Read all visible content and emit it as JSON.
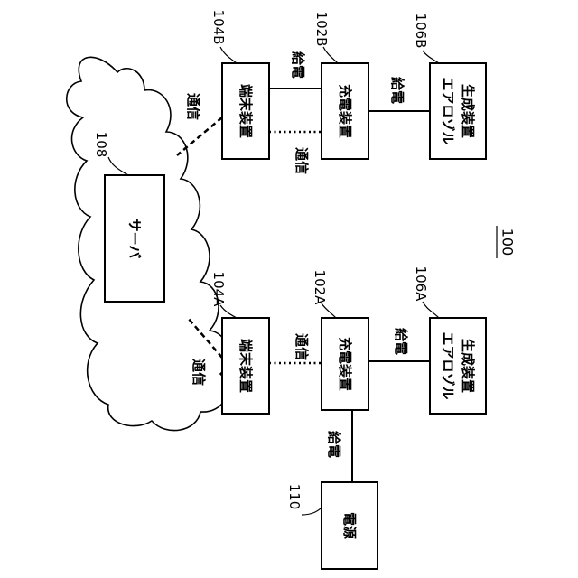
{
  "diagram": {
    "figure_ref": "100",
    "server": {
      "ref": "108",
      "label": "サーバ"
    },
    "terminal_a": {
      "ref": "104A",
      "label": "端末装置"
    },
    "terminal_b": {
      "ref": "104B",
      "label": "端末装置"
    },
    "charger_a": {
      "ref": "102A",
      "label": "充電装置"
    },
    "charger_b": {
      "ref": "102B",
      "label": "充電装置"
    },
    "aerosol_a": {
      "ref": "106A",
      "label_line1": "エアロゾル",
      "label_line2": "生成装置"
    },
    "aerosol_b": {
      "ref": "106B",
      "label_line1": "エアロゾル",
      "label_line2": "生成装置"
    },
    "power_source": {
      "ref": "110",
      "label": "電源"
    },
    "edge_labels": {
      "comm_cloud_a": "通信",
      "comm_cloud_b": "通信",
      "comm_a": "通信",
      "comm_b": "通信",
      "power_a": "給電",
      "power_b": "給電",
      "power_tb": "給電",
      "power_source": "給電"
    }
  }
}
